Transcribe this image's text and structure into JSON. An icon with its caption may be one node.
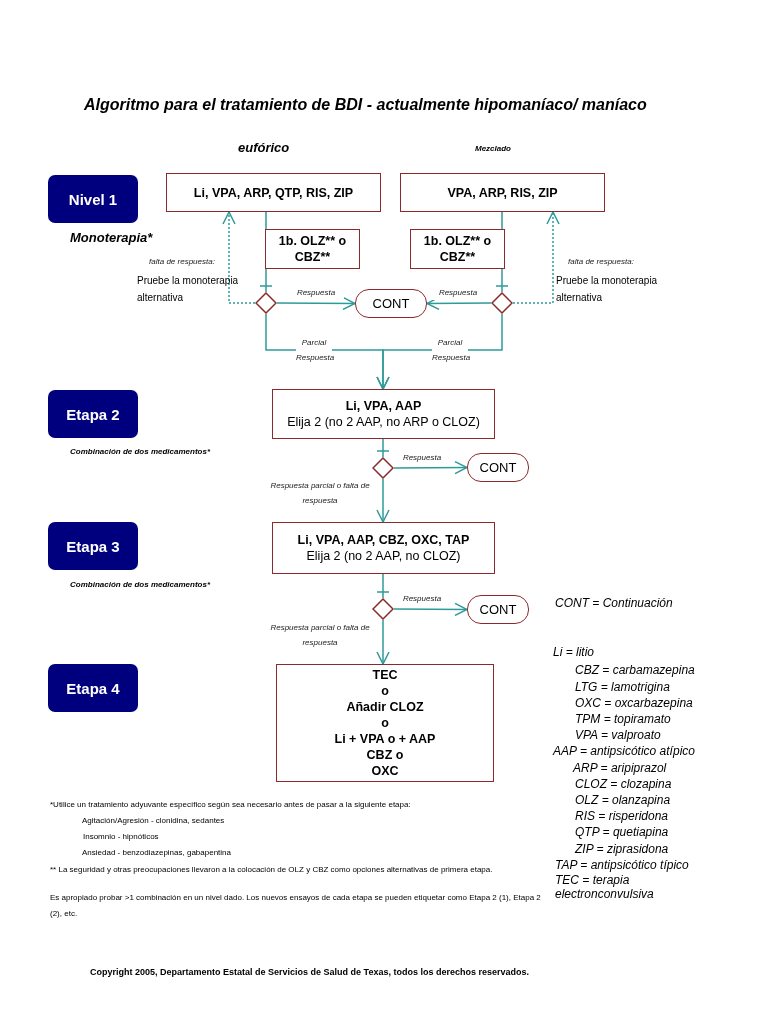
{
  "diagram": {
    "title": "Algoritmo para el tratamiento de BDI - actualmente hipomaníaco/ maníaco",
    "nodes": [
      {
        "text": [
          "Nivel 1"
        ],
        "beside": [
          "Monoterapia*"
        ]
      },
      {
        "text": [
          "Li, VPA, ARP, QTP, RIS, ZIP"
        ],
        "beside": [
          "eufórico"
        ]
      },
      {
        "text": [
          "VPA, ARP, RIS, ZIP"
        ],
        "beside": [
          "Mezclado"
        ]
      },
      {
        "text": [
          "1b. OLZ** o CBZ**"
        ]
      },
      {
        "text": [
          "1b. OLZ** o CBZ**"
        ]
      },
      {
        "text": [],
        "shape": "diamond"
      },
      {
        "text": [
          "CONT"
        ]
      },
      {
        "text": [],
        "shape": "diamond"
      },
      {
        "text": [
          "Etapa 2"
        ],
        "beside": [
          "Combinación de dos medicamentos*"
        ]
      },
      {
        "text": [
          "Li, VPA, AAP",
          "Elija 2 (no 2 AAP, no ARP o CLOZ)"
        ]
      },
      {
        "text": [],
        "shape": "diamond"
      },
      {
        "text": [
          "CONT"
        ]
      },
      {
        "text": [
          "Etapa 3"
        ],
        "beside": [
          "Combinación de dos medicamentos*"
        ]
      },
      {
        "text": [
          "Li, VPA, AAP, CBZ, OXC, TAP",
          "Elija 2 (no 2 AAP, no CLOZ)"
        ]
      },
      {
        "text": [],
        "shape": "diamond"
      },
      {
        "text": [
          "CONT"
        ]
      },
      {
        "text": [
          "Etapa 4"
        ]
      },
      {
        "text": [
          "TEC",
          "o",
          "Añadir CLOZ",
          "o",
          "Li + VPA o + AAP",
          "CBZ o",
          "OXC"
        ]
      }
    ],
    "edges": [
      {
        "from": 1,
        "to": 5,
        "arrow": "other"
      },
      {
        "from": 5,
        "to": 6,
        "arrow": "to",
        "label": "Respuesta"
      },
      {
        "from": 5,
        "to": 1,
        "arrow": "to",
        "label": "falta de respuesta:",
        "style": "dashed"
      },
      {
        "from": 5,
        "to": 9,
        "arrow": "to",
        "label": "Parcial Respuesta"
      },
      {
        "from": 2,
        "to": 7,
        "arrow": "other"
      },
      {
        "from": 7,
        "to": 6,
        "arrow": "to",
        "label": "Respuesta"
      },
      {
        "from": 7,
        "to": 2,
        "arrow": "to",
        "label": "falta de respuesta:",
        "style": "dashed"
      },
      {
        "from": 7,
        "to": 9,
        "arrow": "to",
        "label": "Parcial Respuesta"
      },
      {
        "from": 9,
        "to": 10,
        "arrow": "other"
      },
      {
        "from": 10,
        "to": 11,
        "arrow": "to",
        "label": "Respuesta"
      },
      {
        "from": 10,
        "to": 13,
        "arrow": "to",
        "label": "Respuesta parcial o falta de respuesta"
      },
      {
        "from": 13,
        "to": 14,
        "arrow": "other"
      },
      {
        "from": 14,
        "to": 15,
        "arrow": "to",
        "label": "Respuesta"
      },
      {
        "from": 14,
        "to": 17,
        "arrow": "to",
        "label": "Respuesta parcial o falta de respuesta"
      }
    ],
    "labels": [
      "Pruebe la monoterapia alternativa",
      "Pruebe la monoterapia alternativa",
      "CONT = Continuación",
      "Li = litio",
      "CBZ = carbamazepina",
      "LTG = lamotrigina",
      "OXC = oxcarbazepina",
      "TPM = topiramato",
      "VPA = valproato",
      "AAP = antipsicótico atípico",
      "ARP = aripiprazol",
      "CLOZ = clozapina",
      "OLZ = olanzapina",
      "RIS = risperidona",
      "QTP = quetiapina",
      "ZIP = ziprasidona",
      "TAP = antipsicótico típico",
      "TEC = terapia electronconvulsiva",
      "*Utilice un tratamiento adyuvante específico según sea necesario antes de pasar a la siguiente etapa:",
      "Agitación/Agresión - clonidina, sedantes",
      "Insomnio - hipnóticos",
      "Ansiedad - benzodiazepinas, gabapentina",
      "** La seguridad y otras preocupaciones llevaron a la colocación de OLZ y CBZ como opciones alternativas de primera etapa.",
      "Es apropiado probar >1 combinación en un nivel dado. Los nuevos ensayos de cada etapa se pueden etiquetar como Etapa 2 (1), Etapa 2 (2), etc.",
      "Copyright 2005, Departamento Estatal de Servicios de Salud de Texas, todos los derechos reservados."
    ]
  }
}
